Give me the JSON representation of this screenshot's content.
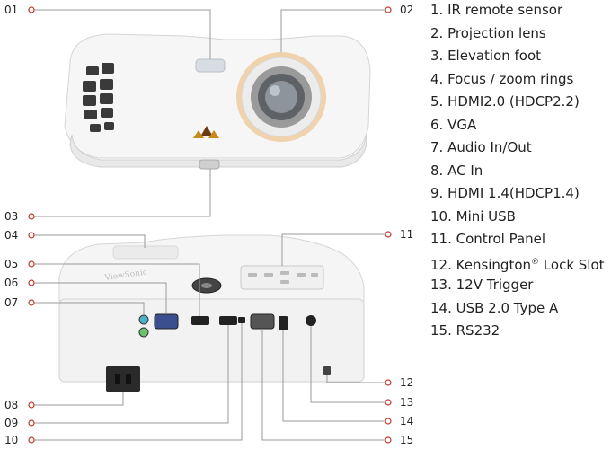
{
  "callouts": [
    {
      "id": "01",
      "label": "01"
    },
    {
      "id": "02",
      "label": "02"
    },
    {
      "id": "03",
      "label": "03"
    },
    {
      "id": "04",
      "label": "04"
    },
    {
      "id": "05",
      "label": "05"
    },
    {
      "id": "06",
      "label": "06"
    },
    {
      "id": "07",
      "label": "07"
    },
    {
      "id": "08",
      "label": "08"
    },
    {
      "id": "09",
      "label": "09"
    },
    {
      "id": "10",
      "label": "10"
    },
    {
      "id": "11",
      "label": "11"
    },
    {
      "id": "12",
      "label": "12"
    },
    {
      "id": "13",
      "label": "13"
    },
    {
      "id": "14",
      "label": "14"
    },
    {
      "id": "15",
      "label": "15"
    }
  ],
  "legend": [
    {
      "text": "1. IR remote sensor"
    },
    {
      "text": "2. Projection lens"
    },
    {
      "text": "3. Elevation foot"
    },
    {
      "text": "4. Focus / zoom rings"
    },
    {
      "text": "5. HDMI2.0 (HDCP2.2)"
    },
    {
      "text": "6. VGA"
    },
    {
      "text": "7. Audio In/Out"
    },
    {
      "text": "8. AC In"
    },
    {
      "text": "9. HDMI 1.4(HDCP1.4)"
    },
    {
      "text": "10. Mini USB"
    },
    {
      "text": "11. Control Panel"
    },
    {
      "text": "12. Kensington",
      "sup": "®",
      "suffix": " Lock Slot"
    },
    {
      "text": "13. 12V Trigger"
    },
    {
      "text": "14. USB 2.0 Type A"
    },
    {
      "text": "15. RS232"
    }
  ],
  "brand": {
    "name": "ViewSonic"
  },
  "colors": {
    "line": "#999999",
    "dot": "#c0392b",
    "body": "#f4f4f4",
    "lens_ring": "#e9c08f"
  }
}
